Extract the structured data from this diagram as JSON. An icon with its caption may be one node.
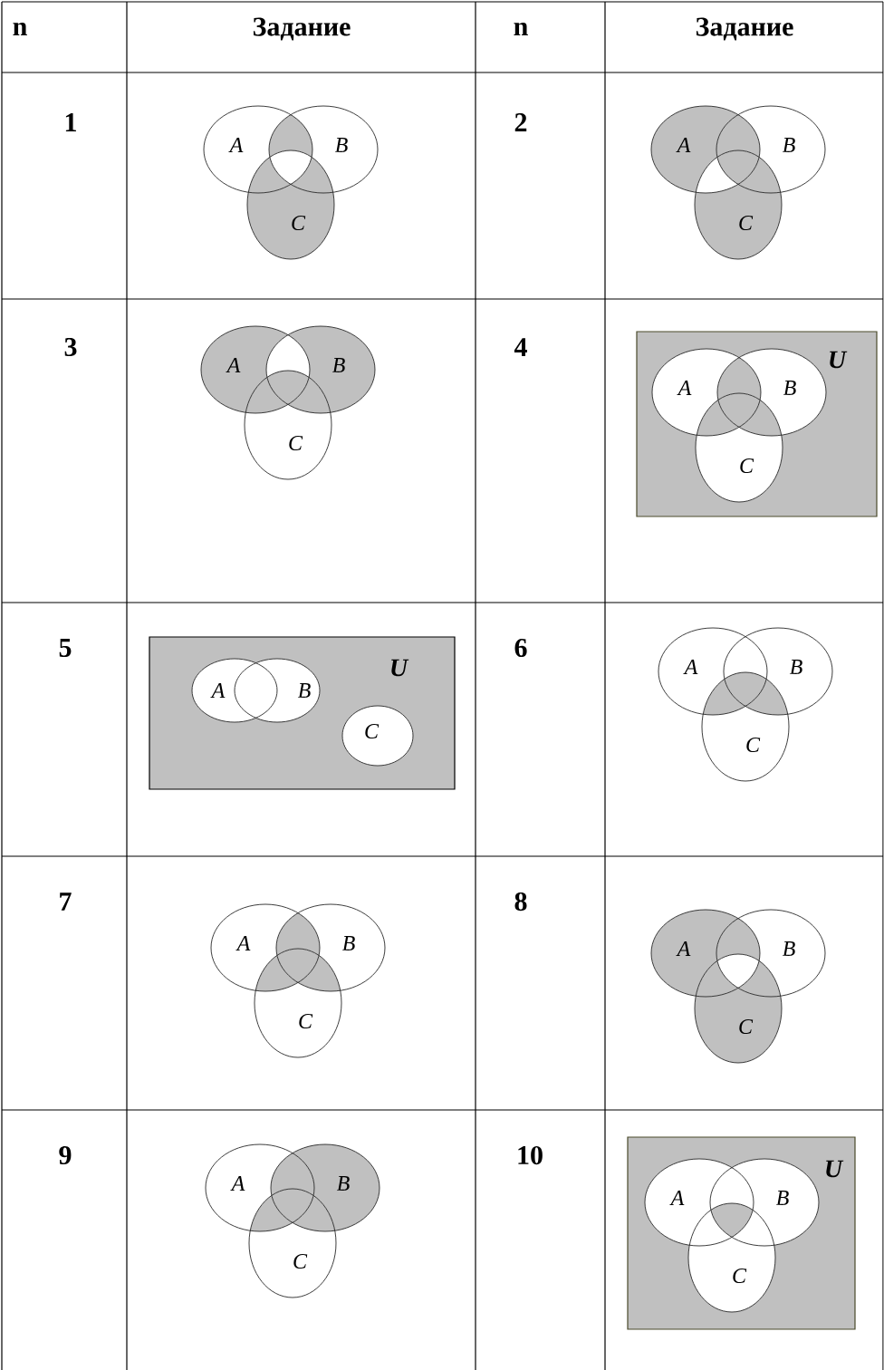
{
  "diagram": {
    "nodes": [
      {
        "text": [
          "A"
        ]
      },
      {
        "text": [
          "B"
        ]
      },
      {
        "text": [
          "C"
        ]
      },
      {
        "text": [
          "A"
        ]
      },
      {
        "text": [
          "B"
        ]
      },
      {
        "text": [
          "C"
        ]
      },
      {
        "text": [
          "A"
        ]
      },
      {
        "text": [
          "B"
        ]
      },
      {
        "text": [
          "C"
        ]
      },
      {
        "text": [
          "U"
        ]
      },
      {
        "text": [
          "A"
        ],
        "in": 9
      },
      {
        "text": [
          "B"
        ],
        "in": 9
      },
      {
        "text": [
          "C"
        ],
        "in": 9
      },
      {
        "text": [
          "U"
        ]
      },
      {
        "text": [
          "A"
        ],
        "in": 13
      },
      {
        "text": [
          "B"
        ],
        "in": 13
      },
      {
        "text": [
          "C"
        ],
        "in": 13
      },
      {
        "text": [
          "A"
        ]
      },
      {
        "text": [
          "B"
        ]
      },
      {
        "text": [
          "C"
        ]
      },
      {
        "text": [
          "A"
        ]
      },
      {
        "text": [
          "B"
        ]
      },
      {
        "text": [
          "C"
        ]
      },
      {
        "text": [
          "A"
        ]
      },
      {
        "text": [
          "B"
        ]
      },
      {
        "text": [
          "C"
        ]
      },
      {
        "text": [
          "A"
        ]
      },
      {
        "text": [
          "B"
        ]
      },
      {
        "text": [
          "C"
        ]
      },
      {
        "text": [
          "U"
        ]
      },
      {
        "text": [
          "A"
        ],
        "in": 29
      },
      {
        "text": [
          "B"
        ],
        "in": 29
      },
      {
        "text": [
          "C"
        ],
        "in": 29
      }
    ],
    "labels": [
      "n",
      "Задание",
      "n",
      "Задание",
      "1",
      "2",
      "3",
      "4",
      "5",
      "6",
      "7",
      "8",
      "9",
      "10"
    ]
  }
}
